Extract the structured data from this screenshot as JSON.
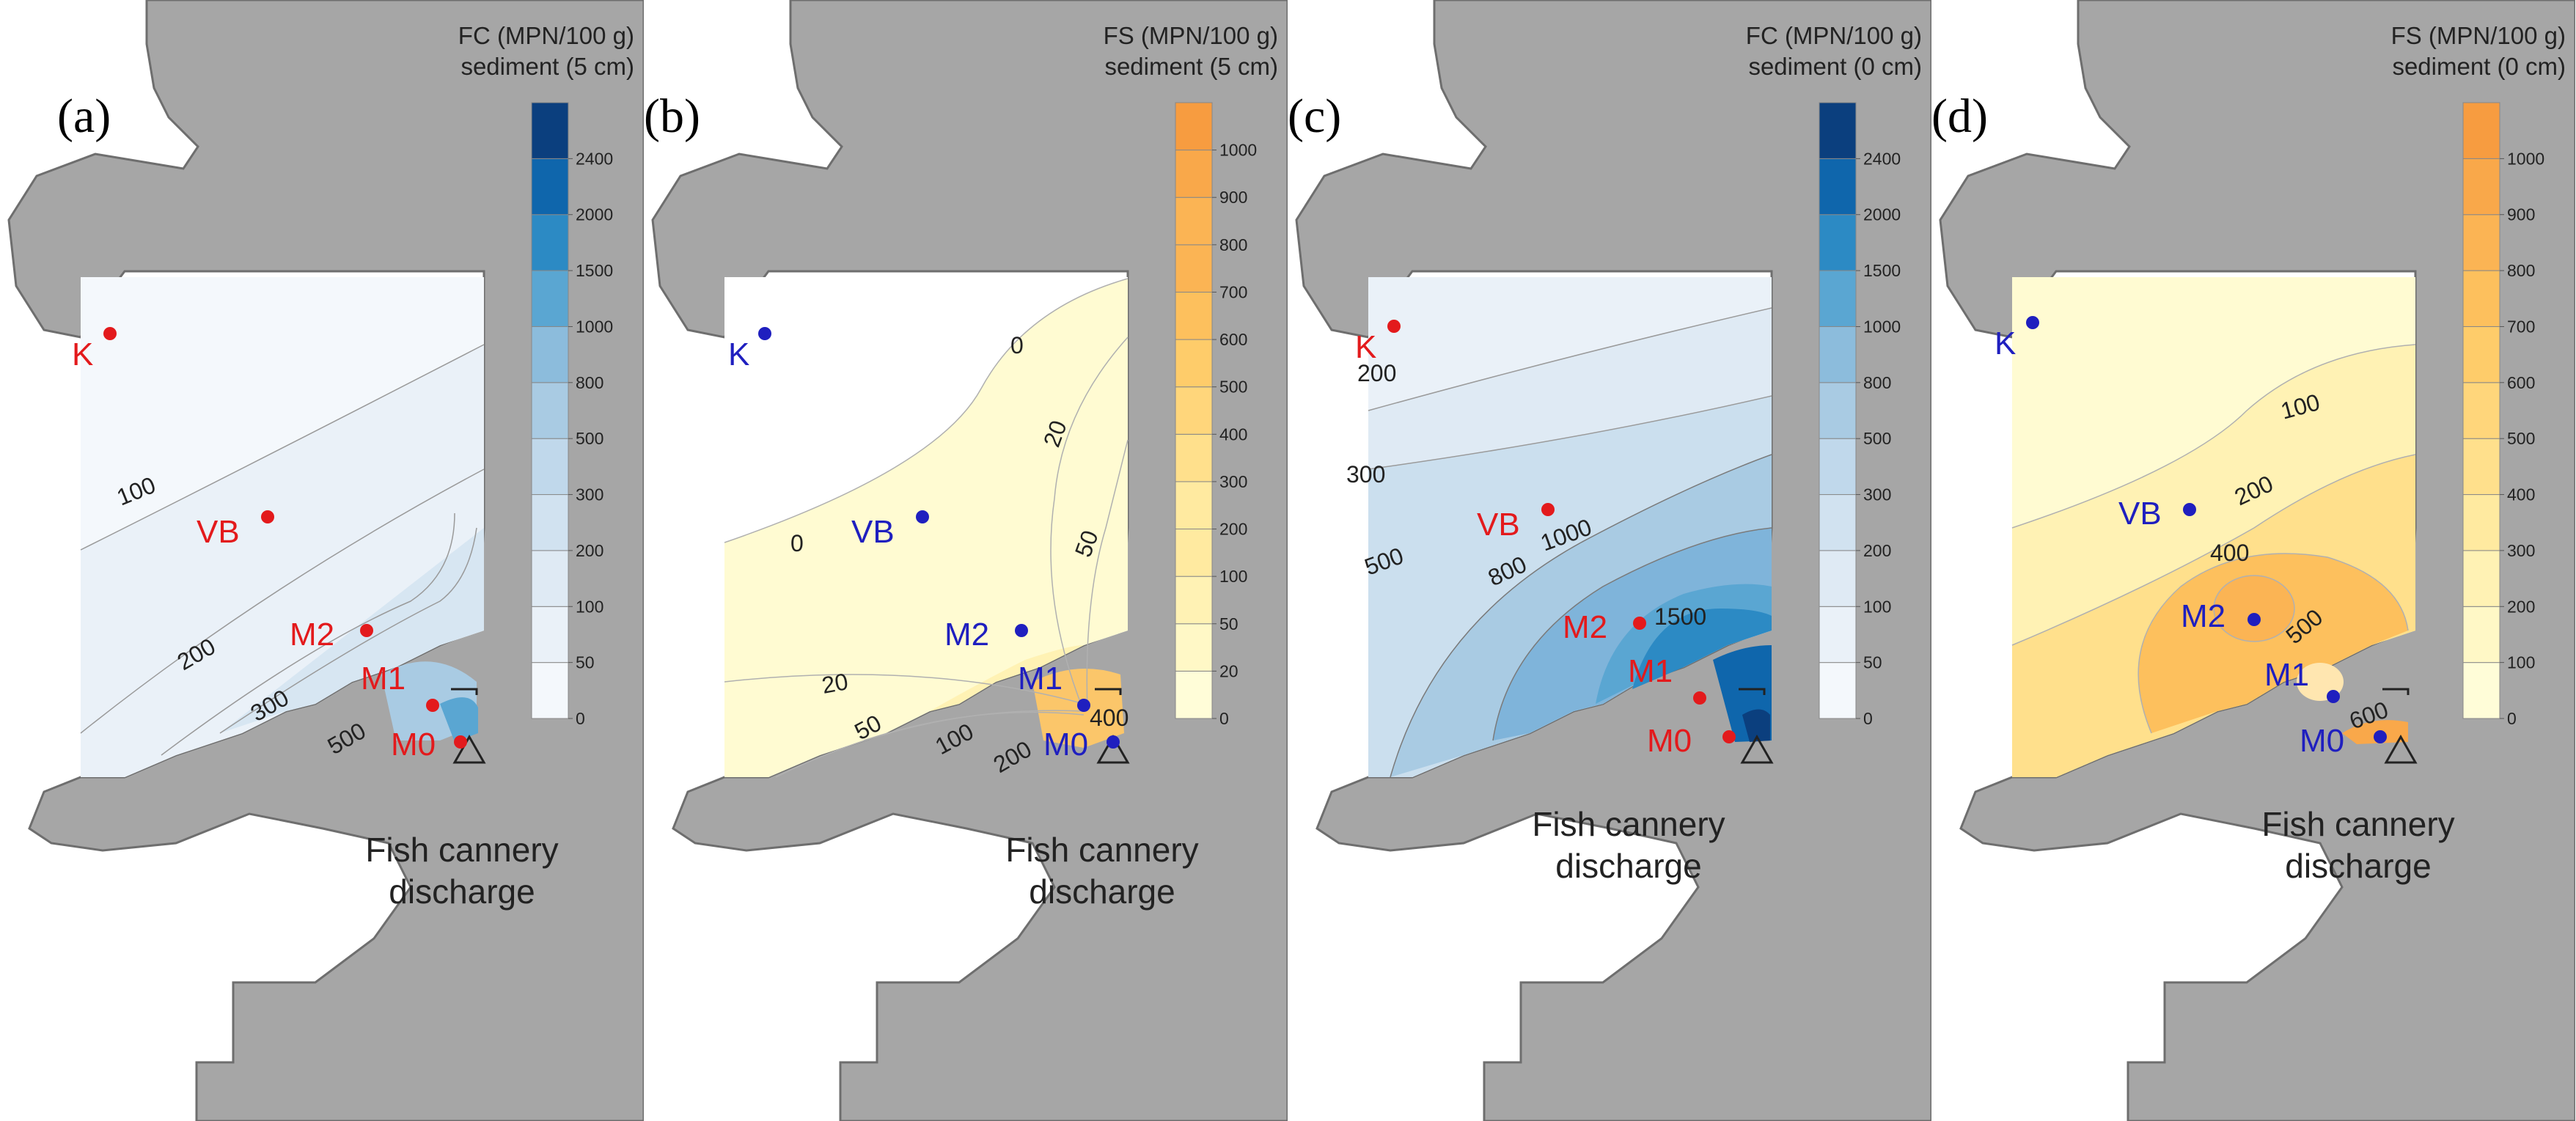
{
  "colors": {
    "land": "#a6a6a6",
    "land_stroke": "#6e6e6e",
    "red_station": "#e31a1c",
    "blue_station": "#1f1fbf",
    "fc_ramp": [
      "#f4f8fc",
      "#eaf1f8",
      "#dfeaf4",
      "#d1e2f0",
      "#c0d8eb",
      "#a9cbe3",
      "#8cbcdc",
      "#5aa6d2",
      "#2c8ac4",
      "#0f66ac",
      "#0b3f7e"
    ],
    "fs_ramp": [
      "#fffdd8",
      "#fff8c6",
      "#fff2b4",
      "#ffeaa0",
      "#ffe08c",
      "#ffd67b",
      "#fecc6a",
      "#fdc05d",
      "#fbb454",
      "#f9a84a",
      "#f79c40"
    ]
  },
  "shared": {
    "discharge_line1": "Fish cannery",
    "discharge_line2": "discharge"
  },
  "panels": [
    {
      "id": "a",
      "label": "(a)",
      "title_line1": "FC (MPN/100 g)",
      "title_line2": "sediment (5 cm)",
      "scale": "fc",
      "colorbar_ticks": [
        "0",
        "50",
        "100",
        "200",
        "300",
        "500",
        "800",
        "1000",
        "1500",
        "2000",
        "2400"
      ],
      "station_color": "red",
      "stations": [
        "K",
        "VB",
        "M2",
        "M1",
        "M0"
      ],
      "contour_labels": [
        "100",
        "200",
        "300",
        "500"
      ]
    },
    {
      "id": "b",
      "label": "(b)",
      "title_line1": "FS (MPN/100 g)",
      "title_line2": "sediment (5 cm)",
      "scale": "fs",
      "colorbar_ticks": [
        "0",
        "20",
        "50",
        "100",
        "200",
        "300",
        "400",
        "500",
        "600",
        "700",
        "800",
        "900",
        "1000"
      ],
      "station_color": "blue",
      "stations": [
        "K",
        "VB",
        "M2",
        "M1",
        "M0"
      ],
      "contour_labels": [
        "0",
        "20",
        "50",
        "0",
        "20",
        "50",
        "100",
        "200",
        "400"
      ]
    },
    {
      "id": "c",
      "label": "(c)",
      "title_line1": "FC (MPN/100 g)",
      "title_line2": "sediment (0 cm)",
      "scale": "fc",
      "colorbar_ticks": [
        "0",
        "50",
        "100",
        "200",
        "300",
        "500",
        "800",
        "1000",
        "1500",
        "2000",
        "2400"
      ],
      "station_color": "red",
      "stations": [
        "K",
        "VB",
        "M2",
        "M1",
        "M0"
      ],
      "contour_labels": [
        "200",
        "300",
        "500",
        "800",
        "1000",
        "1500"
      ]
    },
    {
      "id": "d",
      "label": "(d)",
      "title_line1": "FS (MPN/100 g)",
      "title_line2": "sediment (0 cm)",
      "scale": "fs",
      "colorbar_ticks": [
        "0",
        "100",
        "200",
        "300",
        "400",
        "500",
        "600",
        "700",
        "800",
        "900",
        "1000"
      ],
      "station_color": "blue",
      "stations": [
        "K",
        "VB",
        "M2",
        "M1",
        "M0"
      ],
      "contour_labels": [
        "100",
        "200",
        "400",
        "500",
        "600"
      ]
    }
  ]
}
